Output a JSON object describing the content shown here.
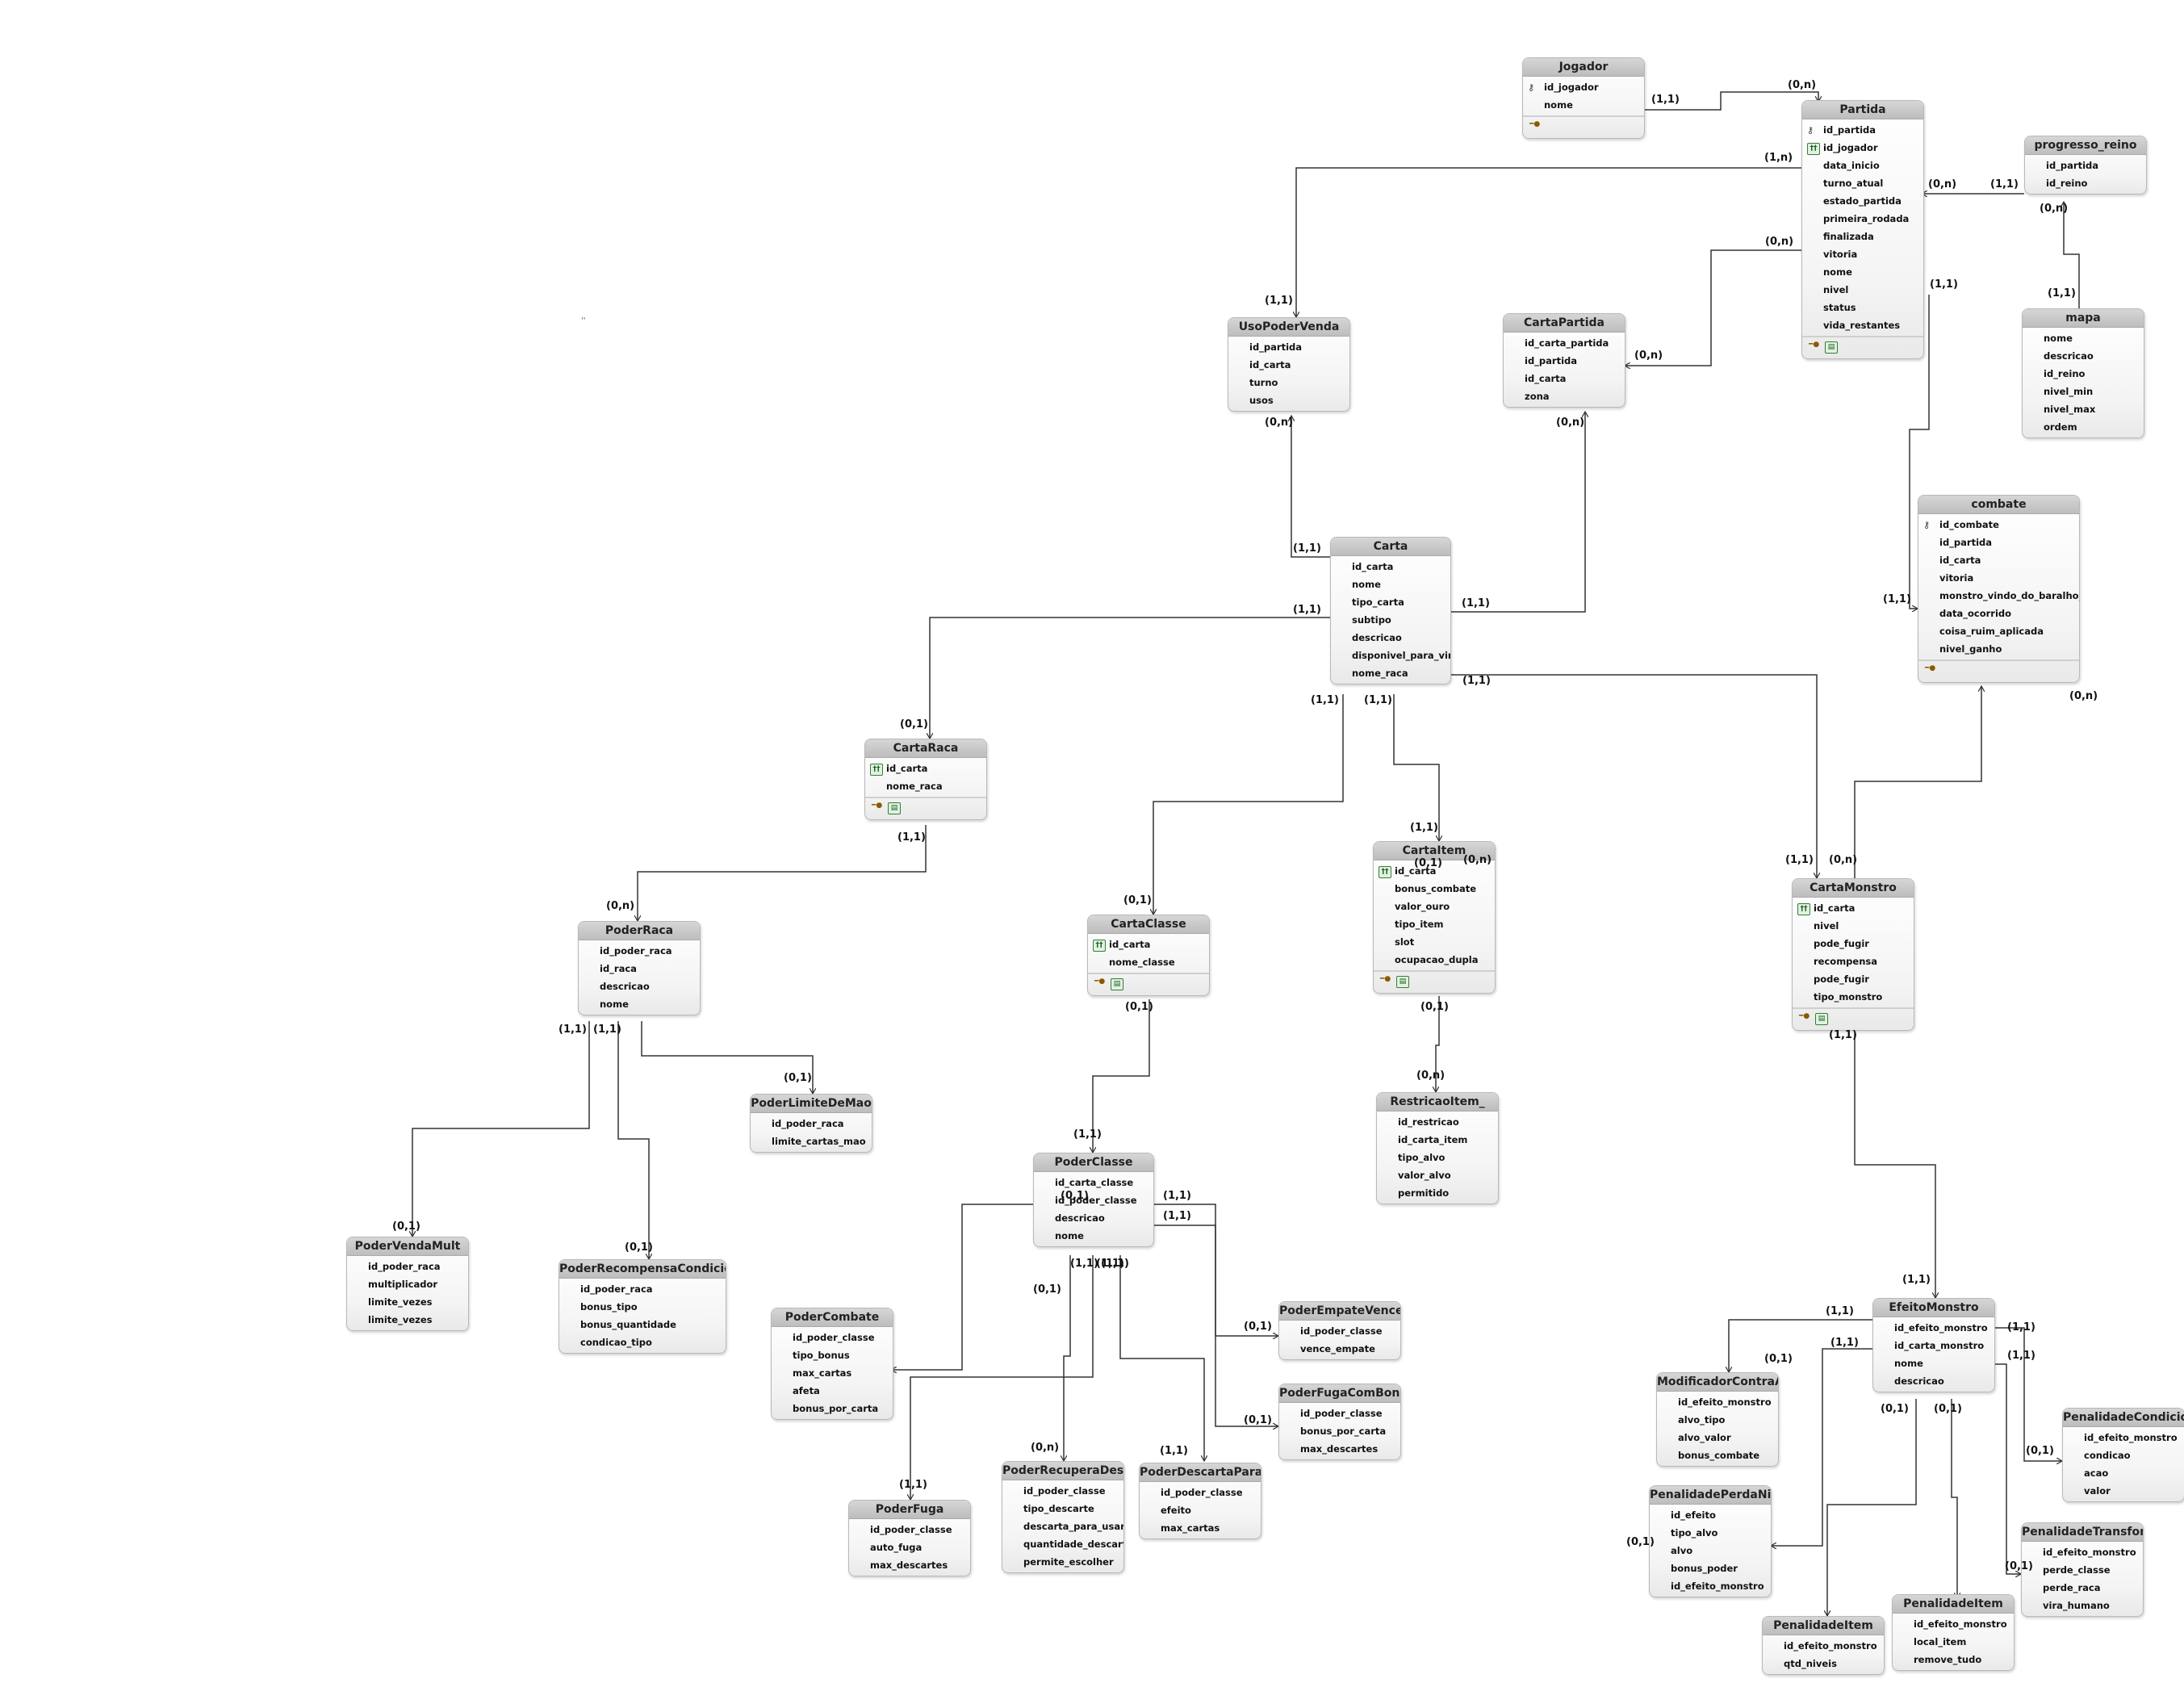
{
  "entities": {
    "Jogador": {
      "name": "Jogador",
      "attrs": [
        {
          "n": "id_jogador",
          "i": "key"
        },
        {
          "n": "nome"
        }
      ],
      "foot": true
    },
    "Partida": {
      "name": "Partida",
      "attrs": [
        {
          "n": "id_partida",
          "i": "key"
        },
        {
          "n": "id_jogador",
          "i": "kf"
        },
        {
          "n": "data_inicio"
        },
        {
          "n": "turno_atual"
        },
        {
          "n": "estado_partida"
        },
        {
          "n": "primeira_rodada"
        },
        {
          "n": "finalizada"
        },
        {
          "n": "vitoria"
        },
        {
          "n": "nome"
        },
        {
          "n": "nivel"
        },
        {
          "n": "status"
        },
        {
          "n": "vida_restantes"
        }
      ],
      "foot": true
    },
    "progresso_reino": {
      "name": "progresso_reino",
      "attrs": [
        {
          "n": "id_partida"
        },
        {
          "n": "id_reino"
        }
      ]
    },
    "mapa": {
      "name": "mapa",
      "attrs": [
        {
          "n": "nome"
        },
        {
          "n": "descricao"
        },
        {
          "n": "id_reino"
        },
        {
          "n": "nivel_min"
        },
        {
          "n": "nivel_max"
        },
        {
          "n": "ordem"
        }
      ]
    },
    "UsoPoderVenda": {
      "name": "UsoPoderVenda",
      "attrs": [
        {
          "n": "id_partida"
        },
        {
          "n": "id_carta"
        },
        {
          "n": "turno"
        },
        {
          "n": "usos"
        }
      ]
    },
    "CartaPartida": {
      "name": "CartaPartida",
      "attrs": [
        {
          "n": "id_carta_partida"
        },
        {
          "n": "id_partida"
        },
        {
          "n": "id_carta"
        },
        {
          "n": "zona"
        }
      ]
    },
    "combate": {
      "name": "combate",
      "attrs": [
        {
          "n": "id_combate",
          "i": "key"
        },
        {
          "n": "id_partida"
        },
        {
          "n": "id_carta"
        },
        {
          "n": "vitoria"
        },
        {
          "n": "monstro_vindo_do_baralho_"
        },
        {
          "n": "data_ocorrido"
        },
        {
          "n": "coisa_ruim_aplicada"
        },
        {
          "n": "nivel_ganho"
        }
      ],
      "foot": true,
      "footGreen": false
    },
    "Carta": {
      "name": "Carta",
      "attrs": [
        {
          "n": "id_carta"
        },
        {
          "n": "nome"
        },
        {
          "n": "tipo_carta"
        },
        {
          "n": "subtipo"
        },
        {
          "n": "descricao"
        },
        {
          "n": "disponivel_para_virar"
        },
        {
          "n": "nome_raca"
        }
      ]
    },
    "CartaRaca": {
      "name": "CartaRaca",
      "attrs": [
        {
          "n": "id_carta",
          "i": "kf"
        },
        {
          "n": "nome_raca"
        }
      ],
      "foot": true
    },
    "CartaItem": {
      "name": "CartaItem",
      "attrs": [
        {
          "n": "id_carta",
          "i": "kf"
        },
        {
          "n": "bonus_combate"
        },
        {
          "n": "valor_ouro"
        },
        {
          "n": "tipo_item"
        },
        {
          "n": "slot"
        },
        {
          "n": "ocupacao_dupla"
        }
      ],
      "foot": true
    },
    "CartaMonstro": {
      "name": "CartaMonstro",
      "attrs": [
        {
          "n": "id_carta",
          "i": "kf"
        },
        {
          "n": "nivel"
        },
        {
          "n": "pode_fugir"
        },
        {
          "n": "recompensa"
        },
        {
          "n": "pode_fugir"
        },
        {
          "n": "tipo_monstro"
        }
      ],
      "foot": true
    },
    "CartaClasse": {
      "name": "CartaClasse",
      "attrs": [
        {
          "n": "id_carta",
          "i": "kf"
        },
        {
          "n": "nome_classe"
        }
      ],
      "foot": true
    },
    "PoderRaca": {
      "name": "PoderRaca",
      "attrs": [
        {
          "n": "id_poder_raca"
        },
        {
          "n": "id_raca"
        },
        {
          "n": "descricao"
        },
        {
          "n": "nome"
        }
      ]
    },
    "PoderLimiteDeMao": {
      "name": "PoderLimiteDeMao",
      "attrs": [
        {
          "n": "id_poder_raca"
        },
        {
          "n": "limite_cartas_mao"
        }
      ]
    },
    "RestricaoItem_": {
      "name": "RestricaoItem_",
      "attrs": [
        {
          "n": "id_restricao"
        },
        {
          "n": "id_carta_item"
        },
        {
          "n": "tipo_alvo"
        },
        {
          "n": "valor_alvo"
        },
        {
          "n": "permitido"
        }
      ]
    },
    "PoderClasse": {
      "name": "PoderClasse",
      "attrs": [
        {
          "n": "id_carta_classe"
        },
        {
          "n": "id_poder_classe"
        },
        {
          "n": "descricao"
        },
        {
          "n": "nome"
        }
      ]
    },
    "PoderVendaMult": {
      "name": "PoderVendaMult",
      "attrs": [
        {
          "n": "id_poder_raca"
        },
        {
          "n": "multiplicador"
        },
        {
          "n": "limite_vezes"
        },
        {
          "n": "limite_vezes"
        }
      ]
    },
    "PoderRecompensaCondicional": {
      "name": "PoderRecompensaCondicional",
      "attrs": [
        {
          "n": "id_poder_raca"
        },
        {
          "n": "bonus_tipo"
        },
        {
          "n": "bonus_quantidade"
        },
        {
          "n": "condicao_tipo"
        }
      ]
    },
    "PoderCombate": {
      "name": "PoderCombate",
      "attrs": [
        {
          "n": "id_poder_classe"
        },
        {
          "n": "tipo_bonus"
        },
        {
          "n": "max_cartas"
        },
        {
          "n": "afeta"
        },
        {
          "n": "bonus_por_carta"
        }
      ]
    },
    "PoderEmpateVence": {
      "name": "PoderEmpateVence",
      "attrs": [
        {
          "n": "id_poder_classe"
        },
        {
          "n": "vence_empate"
        }
      ]
    },
    "PoderFugaComBonus": {
      "name": "PoderFugaComBonus",
      "attrs": [
        {
          "n": "id_poder_classe"
        },
        {
          "n": "bonus_por_carta"
        },
        {
          "n": "max_descartes"
        }
      ]
    },
    "PoderRecuperaDescar": {
      "name": "PoderRecuperaDescar",
      "attrs": [
        {
          "n": "id_poder_classe"
        },
        {
          "n": "tipo_descarte"
        },
        {
          "n": "descarta_para_usar"
        },
        {
          "n": "quantidade_descarta"
        },
        {
          "n": "permite_escolher"
        }
      ]
    },
    "PoderDescartaParaEfe": {
      "name": "PoderDescartaParaEfe",
      "attrs": [
        {
          "n": "id_poder_classe"
        },
        {
          "n": "efeito"
        },
        {
          "n": "max_cartas"
        }
      ]
    },
    "PoderFuga": {
      "name": "PoderFuga",
      "attrs": [
        {
          "n": "id_poder_classe"
        },
        {
          "n": "auto_fuga"
        },
        {
          "n": "max_descartes"
        }
      ]
    },
    "EfeitoMonstro": {
      "name": "EfeitoMonstro",
      "attrs": [
        {
          "n": "id_efeito_monstro"
        },
        {
          "n": "id_carta_monstro"
        },
        {
          "n": "nome"
        },
        {
          "n": "descricao"
        }
      ]
    },
    "ModificadorContraAlv": {
      "name": "ModificadorContraAlv",
      "attrs": [
        {
          "n": "id_efeito_monstro"
        },
        {
          "n": "alvo_tipo"
        },
        {
          "n": "alvo_valor"
        },
        {
          "n": "bonus_combate"
        }
      ]
    },
    "PenalidadeCondiciona": {
      "name": "PenalidadeCondiciona",
      "attrs": [
        {
          "n": "id_efeito_monstro"
        },
        {
          "n": "condicao"
        },
        {
          "n": "acao"
        },
        {
          "n": "valor"
        }
      ]
    },
    "PenalidadePerdaNivel": {
      "name": "PenalidadePerdaNivel",
      "attrs": [
        {
          "n": "id_efeito"
        },
        {
          "n": "tipo_alvo"
        },
        {
          "n": "alvo"
        },
        {
          "n": "bonus_poder"
        },
        {
          "n": "id_efeito_monstro"
        }
      ]
    },
    "PenalidadeTransform": {
      "name": "PenalidadeTransform",
      "attrs": [
        {
          "n": "id_efeito_monstro"
        },
        {
          "n": "perde_classe"
        },
        {
          "n": "perde_raca"
        },
        {
          "n": "vira_humano"
        }
      ]
    },
    "PenalidadeItem1": {
      "name": "PenalidadeItem",
      "attrs": [
        {
          "n": "id_efeito_monstro"
        },
        {
          "n": "qtd_niveis"
        }
      ]
    },
    "PenalidadeItem2": {
      "name": "PenalidadeItem",
      "attrs": [
        {
          "n": "id_efeito_monstro"
        },
        {
          "n": "local_item"
        },
        {
          "n": "remove_tudo"
        }
      ]
    }
  },
  "cardinalities": [
    "(1,1)",
    "(0,n)",
    "(1,1)",
    "(0,n)",
    "(0,n)",
    "(1,1)",
    "(1,n)",
    "(1,1)",
    "(0,n)",
    "(0,n)",
    "(1,1)",
    "(1,1)",
    "(0,n)",
    "(0,n)",
    "(1,1)",
    "(1,1)",
    "(0,1)",
    "(1,1)",
    "(1,1)",
    "(1,1)",
    "(0,1)",
    "(1,1)",
    "(1,1)",
    "(1,1)",
    "(0,n)",
    "(0,1)",
    "(0,n)",
    "(1,1)",
    "(0,1)",
    "(0,1)",
    "(1,1)",
    "(1,1)",
    "(0,n)",
    "(0,1)",
    "(1,1)",
    "(1,1)",
    "(0,n)",
    "(0,n)",
    "(1,1)",
    "(1,1)",
    "(0,1)",
    "(1,1)",
    "(1,1)",
    "(1,1)",
    "(0,1)",
    "(0,1)",
    "(0,1)",
    "(0,1)",
    "(0,1)",
    "(0,n)",
    "(1,1)",
    "(1,1)",
    "(1,1)",
    "(1,1)",
    "(0,1)",
    "(1,1)",
    "(1,1)",
    "(1,1)",
    "(0,1)",
    "(0,1)",
    "(0,1)",
    "(0,1)",
    "(0,1)"
  ],
  "stray_text": "''"
}
